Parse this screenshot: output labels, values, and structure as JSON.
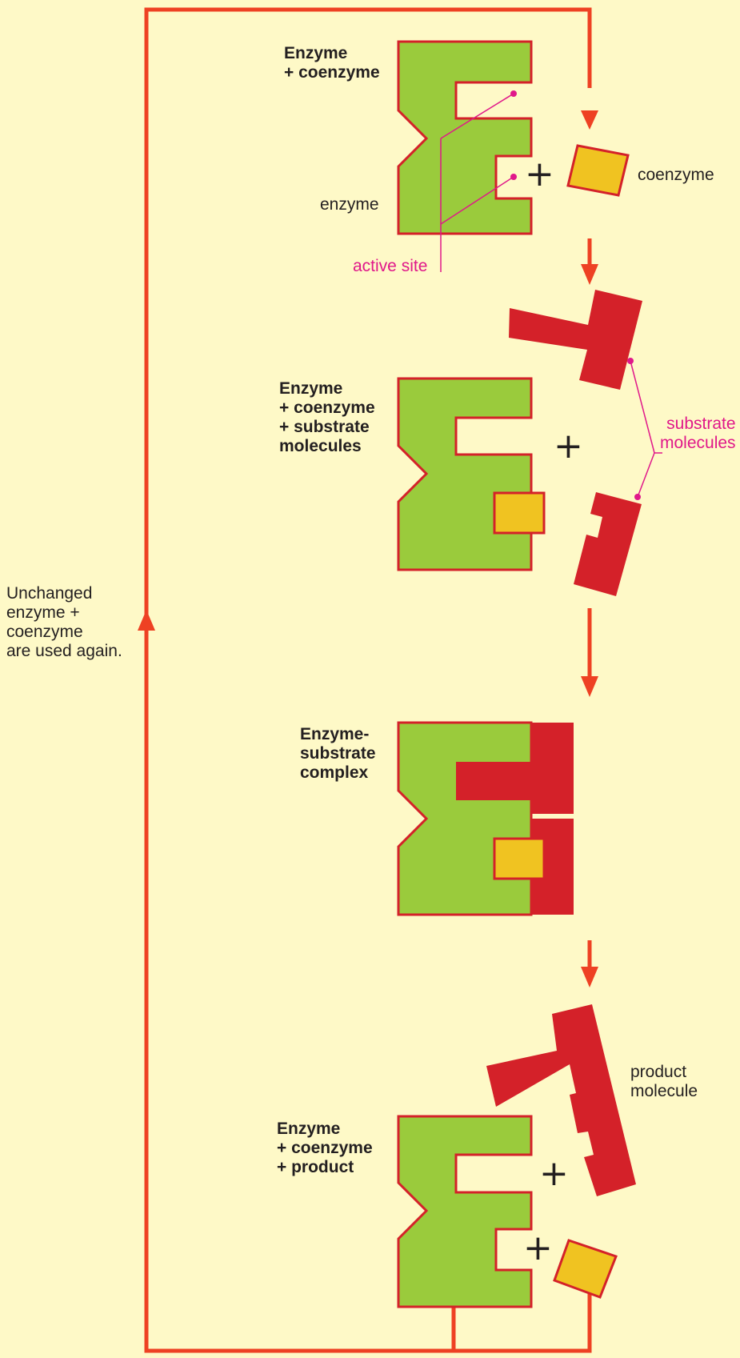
{
  "colors": {
    "background": "#fef9c7",
    "enzyme_fill": "#9acb3c",
    "enzyme_stroke": "#d42129",
    "coenzyme_fill": "#f0c321",
    "substrate_fill": "#d42129",
    "arrow": "#ee4123",
    "callout": "#e0188a"
  },
  "labels": {
    "stage1": "Enzyme\n+ coenzyme",
    "enzyme": "enzyme",
    "coenzyme": "coenzyme",
    "active_site": "active site",
    "stage2": "Enzyme\n+ coenzyme\n+ substrate\nmolecules",
    "substrate_molecules": "substrate\nmolecules",
    "stage3": "Enzyme-\nsubstrate\ncomplex",
    "stage4": "Enzyme\n+ coenzyme\n+ product",
    "product_molecule": "product\nmolecule",
    "cycle_note": "Unchanged\nenzyme +\ncoenzyme\nare used again.",
    "plus": "+"
  }
}
